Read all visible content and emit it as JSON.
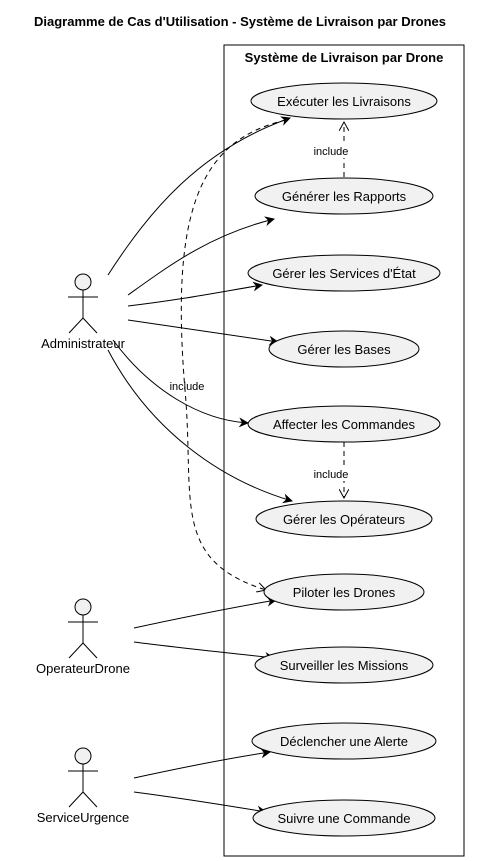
{
  "diagram": {
    "title": "Diagramme de Cas d'Utilisation - Système de Livraison par Drones",
    "system_title": "Système de Livraison par Drone"
  },
  "actors": [
    {
      "id": "admin",
      "name": "Administrateur"
    },
    {
      "id": "operator",
      "name": "OperateurDrone"
    },
    {
      "id": "emergency",
      "name": "ServiceUrgence"
    }
  ],
  "use_cases": [
    {
      "id": "exec",
      "label": "Exécuter les Livraisons"
    },
    {
      "id": "reports",
      "label": "Générer les Rapports"
    },
    {
      "id": "state",
      "label": "Gérer les Services d'État"
    },
    {
      "id": "bases",
      "label": "Gérer les Bases"
    },
    {
      "id": "orders",
      "label": "Affecter les Commandes"
    },
    {
      "id": "ops",
      "label": "Gérer les Opérateurs"
    },
    {
      "id": "pilot",
      "label": "Piloter les Drones"
    },
    {
      "id": "monitor",
      "label": "Surveiller les Missions"
    },
    {
      "id": "alert",
      "label": "Déclencher une Alerte"
    },
    {
      "id": "track",
      "label": "Suivre une Commande"
    }
  ],
  "associations": [
    {
      "from": "admin",
      "to": "exec"
    },
    {
      "from": "admin",
      "to": "reports"
    },
    {
      "from": "admin",
      "to": "state"
    },
    {
      "from": "admin",
      "to": "bases"
    },
    {
      "from": "admin",
      "to": "orders"
    },
    {
      "from": "admin",
      "to": "ops"
    },
    {
      "from": "operator",
      "to": "pilot"
    },
    {
      "from": "operator",
      "to": "monitor"
    },
    {
      "from": "emergency",
      "to": "alert"
    },
    {
      "from": "emergency",
      "to": "track"
    }
  ],
  "includes": [
    {
      "from": "reports",
      "to": "exec",
      "label": "include"
    },
    {
      "from": "orders",
      "to": "ops",
      "label": "include"
    },
    {
      "from": "exec",
      "to": "pilot",
      "label": "include"
    }
  ]
}
